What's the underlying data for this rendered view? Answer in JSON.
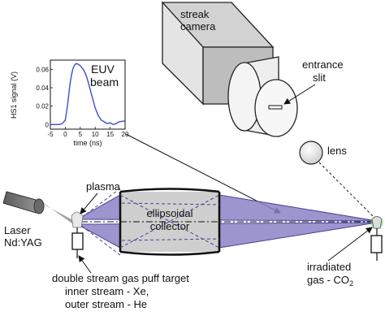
{
  "labels": {
    "streak_camera": [
      "streak",
      "camera"
    ],
    "entrance_slit": [
      "entrance",
      "slit"
    ],
    "lens": "lens",
    "plasma": "plasma",
    "laser": [
      "Laser",
      "Nd:YAG"
    ],
    "collector": [
      "ellipsoidal",
      "collector"
    ],
    "irradiated_gas": "irradiated",
    "gas_formula": {
      "prefix": "gas - CO",
      "sub": "2"
    },
    "target": [
      "double stream gas puff target",
      "inner stream - Xe,",
      "outer stream - He"
    ],
    "euv_beam": [
      "EUV",
      "beam"
    ]
  },
  "inset_plot": {
    "x_label": "time (ns)",
    "y_label": "HS1 signal (V)",
    "x_ticks": [
      "-5",
      "0",
      "5",
      "10",
      "15",
      "20"
    ],
    "y_ticks": [
      "0",
      "0.02",
      "0.04",
      "0.06"
    ]
  },
  "chart_data": {
    "type": "line",
    "title": "",
    "xlabel": "time (ns)",
    "ylabel": "HS1 signal (V)",
    "xlim": [
      -5,
      20
    ],
    "ylim": [
      -0.005,
      0.07
    ],
    "series": [
      {
        "name": "",
        "x": [
          -5,
          -3,
          -2,
          -1,
          0,
          0.5,
          1,
          1.5,
          2,
          2.5,
          3,
          3.5,
          4,
          4.5,
          5,
          5.5,
          6,
          6.5,
          7,
          7.5,
          8,
          8.5,
          9,
          9.5,
          10,
          11,
          12,
          13,
          14,
          15,
          16,
          17,
          18,
          20
        ],
        "y": [
          0,
          0,
          0,
          0.001,
          0.005,
          0.015,
          0.028,
          0.042,
          0.053,
          0.06,
          0.064,
          0.066,
          0.066,
          0.065,
          0.064,
          0.062,
          0.06,
          0.057,
          0.053,
          0.048,
          0.042,
          0.036,
          0.03,
          0.024,
          0.018,
          0.01,
          0.005,
          0.003,
          0.001,
          0.002,
          0,
          0.001,
          0.003,
          0.004
        ]
      }
    ],
    "colors": {
      "signal": "#3a4fc6"
    }
  },
  "colors": {
    "beam": "#8b82c6",
    "beam_dark": "#4a4296",
    "collector_fill": "#cfcfcf",
    "camera_front": "#e4e4e4",
    "camera_top": "#d2d2d2",
    "camera_side": "#bdbdbd",
    "laser_nozzle": "#707070",
    "green_glow": "#66e06a"
  }
}
